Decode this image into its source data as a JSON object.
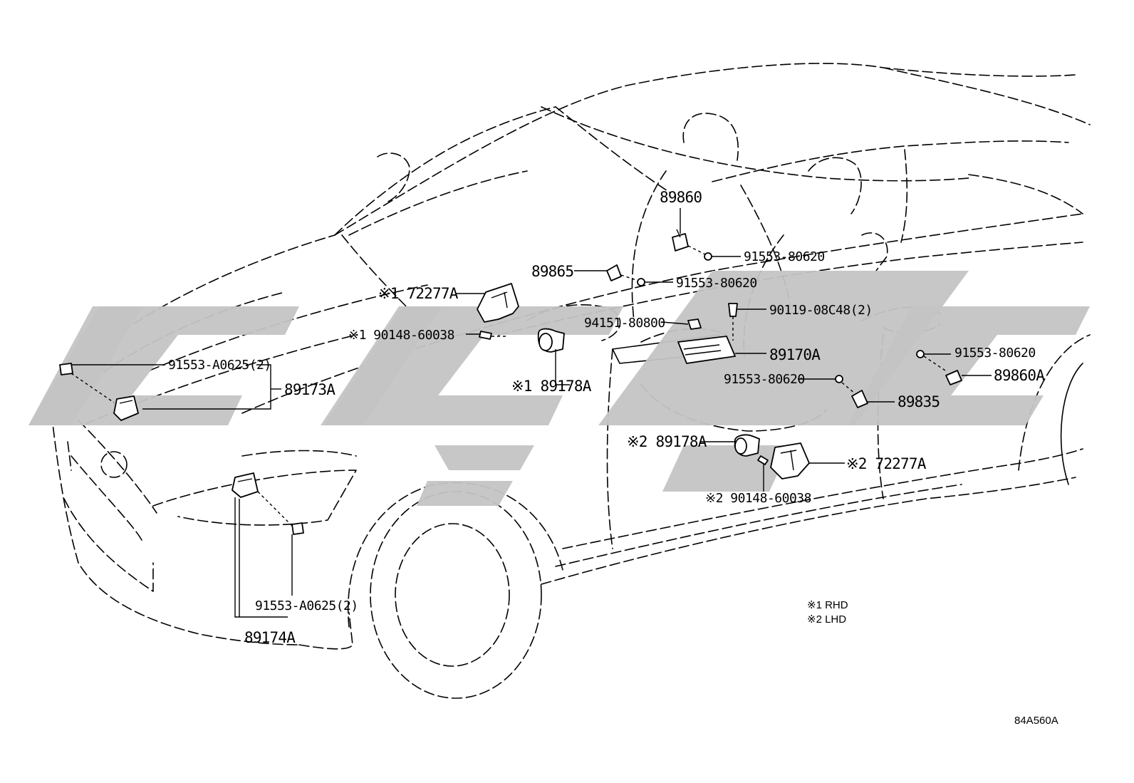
{
  "diagram": {
    "drawing_code": "84A560A",
    "legend": {
      "rhd": "※1 RHD",
      "lhd": "※2 LHD"
    },
    "callouts": {
      "p89860": "89860",
      "p91553_80620_a": "91553-80620",
      "p89865": "89865",
      "p91553_80620_b": "91553-80620",
      "p72277a_1": "※1 72277A",
      "p90119": "90119-08C48(2)",
      "p94151": "94151-80800",
      "p90148_1": "※1 90148-60038",
      "p89170a": "89170A",
      "p91553_80620_c": "91553-80620",
      "p89860a": "89860A",
      "p91553_a0625_top": "91553-A0625(2)",
      "p89173a": "89173A",
      "p89178a_1": "※1 89178A",
      "p91553_80620_d": "91553-80620",
      "p89835": "89835",
      "p89178a_2": "※2 89178A",
      "p72277a_2": "※2 72277A",
      "p90148_2": "※2 90148-60038",
      "p91553_a0625_bottom": "91553-A0625(2)",
      "p89174a": "89174A"
    },
    "colors": {
      "line": "#000000",
      "watermark": "#c4c4c4",
      "background": "#ffffff"
    }
  }
}
